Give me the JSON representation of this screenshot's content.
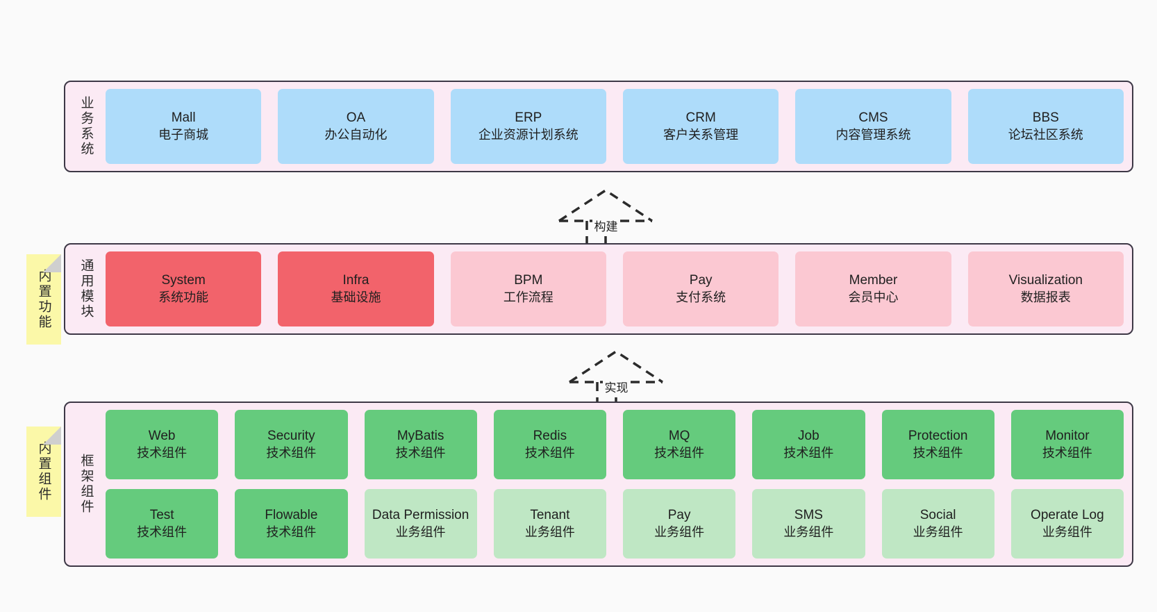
{
  "diagram": {
    "background": "#fafafa",
    "border_color": "#3d3846",
    "layer_bg": "#fbeaf4",
    "tab_bg": "#fbf8a8"
  },
  "layers": [
    {
      "key": "business",
      "title": "业务系统",
      "tab": null,
      "rows": [
        {
          "cells": [
            {
              "name": "Mall",
              "sub": "电子商城",
              "color": "#aedcfa",
              "variant": "c-blue"
            },
            {
              "name": "OA",
              "sub": "办公自动化",
              "color": "#aedcfa",
              "variant": "c-blue"
            },
            {
              "name": "ERP",
              "sub": "企业资源计划系统",
              "color": "#aedcfa",
              "variant": "c-blue"
            },
            {
              "name": "CRM",
              "sub": "客户关系管理",
              "color": "#aedcfa",
              "variant": "c-blue"
            },
            {
              "name": "CMS",
              "sub": "内容管理系统",
              "color": "#aedcfa",
              "variant": "c-blue"
            },
            {
              "name": "BBS",
              "sub": "论坛社区系统",
              "color": "#aedcfa",
              "variant": "c-blue"
            }
          ]
        }
      ]
    },
    {
      "key": "common-module",
      "title": "通用模块",
      "tab": "内置功能",
      "rows": [
        {
          "cells": [
            {
              "name": "System",
              "sub": "系统功能",
              "color": "#f2636b",
              "variant": "c-red"
            },
            {
              "name": "Infra",
              "sub": "基础设施",
              "color": "#f2636b",
              "variant": "c-red"
            },
            {
              "name": "BPM",
              "sub": "工作流程",
              "color": "#fbc8d2",
              "variant": "c-pink"
            },
            {
              "name": "Pay",
              "sub": "支付系统",
              "color": "#fbc8d2",
              "variant": "c-pink"
            },
            {
              "name": "Member",
              "sub": "会员中心",
              "color": "#fbc8d2",
              "variant": "c-pink"
            },
            {
              "name": "Visualization",
              "sub": "数据报表",
              "color": "#fbc8d2",
              "variant": "c-pink"
            }
          ]
        }
      ]
    },
    {
      "key": "framework-component",
      "title": "框架组件",
      "tab": "内置组件",
      "rows": [
        {
          "cells": [
            {
              "name": "Web",
              "sub": "技术组件",
              "color": "#65cb7d",
              "variant": "c-green"
            },
            {
              "name": "Security",
              "sub": "技术组件",
              "color": "#65cb7d",
              "variant": "c-green"
            },
            {
              "name": "MyBatis",
              "sub": "技术组件",
              "color": "#65cb7d",
              "variant": "c-green"
            },
            {
              "name": "Redis",
              "sub": "技术组件",
              "color": "#65cb7d",
              "variant": "c-green"
            },
            {
              "name": "MQ",
              "sub": "技术组件",
              "color": "#65cb7d",
              "variant": "c-green"
            },
            {
              "name": "Job",
              "sub": "技术组件",
              "color": "#65cb7d",
              "variant": "c-green"
            },
            {
              "name": "Protection",
              "sub": "技术组件",
              "color": "#65cb7d",
              "variant": "c-green"
            },
            {
              "name": "Monitor",
              "sub": "技术组件",
              "color": "#65cb7d",
              "variant": "c-green"
            }
          ]
        },
        {
          "cells": [
            {
              "name": "Test",
              "sub": "技术组件",
              "color": "#65cb7d",
              "variant": "c-green"
            },
            {
              "name": "Flowable",
              "sub": "技术组件",
              "color": "#65cb7d",
              "variant": "c-green"
            },
            {
              "name": "Data Permission",
              "sub": "业务组件",
              "color": "#bfe7c4",
              "variant": "c-lightgreen"
            },
            {
              "name": "Tenant",
              "sub": "业务组件",
              "color": "#bfe7c4",
              "variant": "c-lightgreen"
            },
            {
              "name": "Pay",
              "sub": "业务组件",
              "color": "#bfe7c4",
              "variant": "c-lightgreen"
            },
            {
              "name": "SMS",
              "sub": "业务组件",
              "color": "#bfe7c4",
              "variant": "c-lightgreen"
            },
            {
              "name": "Social",
              "sub": "业务组件",
              "color": "#bfe7c4",
              "variant": "c-lightgreen"
            },
            {
              "name": "Operate Log",
              "sub": "业务组件",
              "color": "#bfe7c4",
              "variant": "c-lightgreen"
            }
          ]
        }
      ]
    }
  ],
  "connectors": [
    {
      "key": "build",
      "label": "构建"
    },
    {
      "key": "implement",
      "label": "实现"
    }
  ]
}
